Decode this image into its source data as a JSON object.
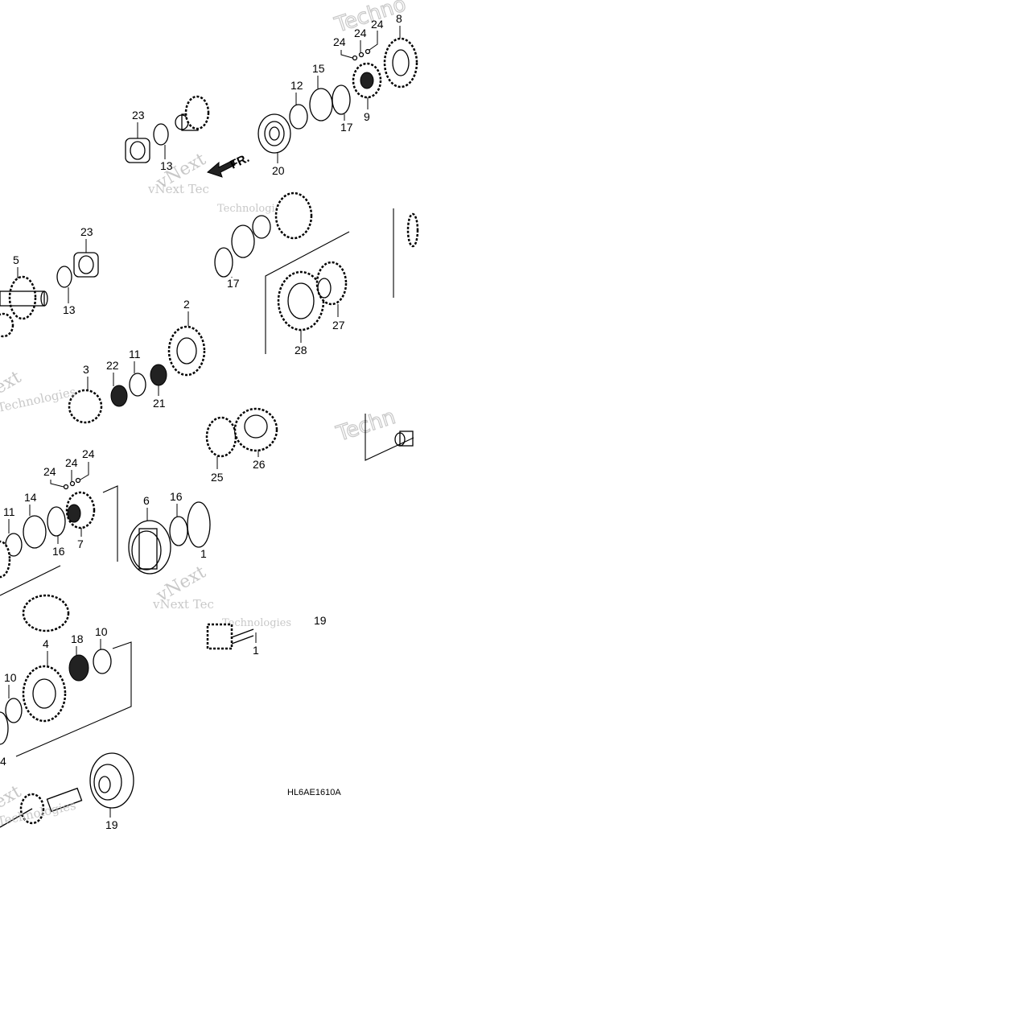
{
  "diagram": {
    "code": "HL6AE1610A",
    "direction_label": "FR.",
    "watermarks": [
      "Techno",
      "vNext",
      "vNext Tec",
      "Technologies",
      "ext",
      "Techn"
    ],
    "callouts": {
      "c_23a": "23",
      "c_13a": "13",
      "c_24a": "24",
      "c_24b": "24",
      "c_24c": "24",
      "c_8": "8",
      "c_12": "12",
      "c_15": "15",
      "c_9": "9",
      "c_17a": "17",
      "c_20": "20",
      "c_23b": "23",
      "c_5": "5",
      "c_13b": "13",
      "c_2": "2",
      "c_3": "3",
      "c_22": "22",
      "c_11a": "11",
      "c_21": "21",
      "c_17b": "17",
      "c_27": "27",
      "c_28": "28",
      "c_25": "25",
      "c_26": "26",
      "c_24d": "24",
      "c_24e": "24",
      "c_24f": "24",
      "c_11b": "11",
      "c_14a": "14",
      "c_16a": "16",
      "c_7": "7",
      "c_6": "6",
      "c_16b": "16",
      "c_1partial": "1",
      "c_19a": "19",
      "c_1": "1",
      "c_4": "4",
      "c_18": "18",
      "c_10a": "10",
      "c_10b": "10",
      "c_14b": "4",
      "c_19b": "19"
    }
  }
}
